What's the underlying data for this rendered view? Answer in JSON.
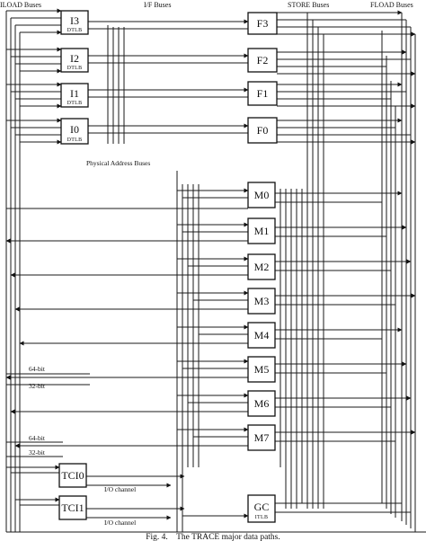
{
  "headers": {
    "iload": "ILOAD Buses",
    "if": "I/F Buses",
    "store": "STORE Buses",
    "fload": "FLOAD Buses"
  },
  "i_units": [
    {
      "name": "I3",
      "sub": "DTLB"
    },
    {
      "name": "I2",
      "sub": "DTLB"
    },
    {
      "name": "I1",
      "sub": "DTLB"
    },
    {
      "name": "I0",
      "sub": "DTLB"
    }
  ],
  "f_units": [
    "F3",
    "F2",
    "F1",
    "F0"
  ],
  "m_units": [
    "M0",
    "M1",
    "M2",
    "M3",
    "M4",
    "M5",
    "M6",
    "M7"
  ],
  "phys_label": "Physical Address Buses",
  "width_labels": [
    {
      "top": "64-bit",
      "bottom": "32-bit"
    },
    {
      "top": "64-bit",
      "bottom": "32-bit"
    }
  ],
  "tci_units": [
    {
      "name": "TCI0",
      "channel": "I/O channel"
    },
    {
      "name": "TCI1",
      "channel": "I/O channel"
    }
  ],
  "gc": {
    "name": "GC",
    "sub": "ITLB"
  },
  "caption": "Fig. 4.    The TRACE major data paths."
}
